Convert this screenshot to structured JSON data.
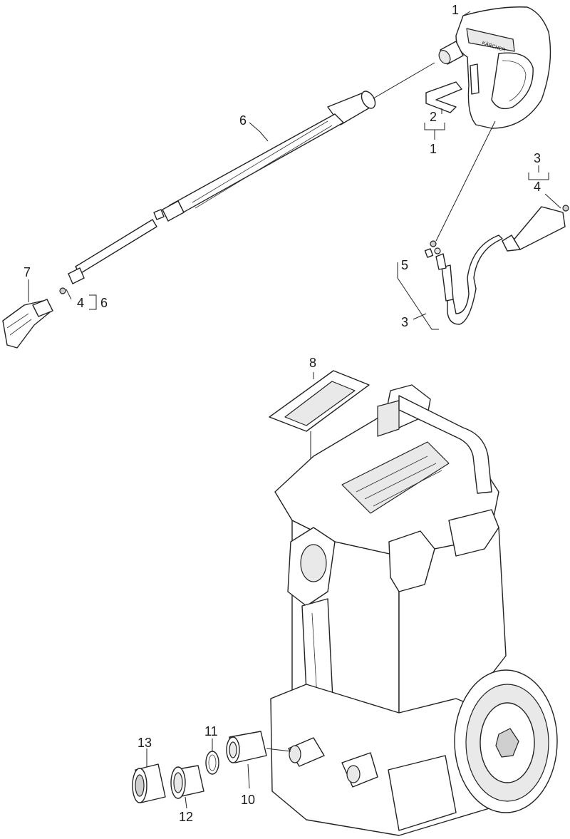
{
  "labels": {
    "gun": "1",
    "clip": "2",
    "clip_bracket": "1",
    "hose_top": "3",
    "oring_top": "4",
    "swivel": "5",
    "hose": "3",
    "lance": "6",
    "nozzle": "7",
    "oring_nozzle": "4",
    "oring_nozzle_bracket": "6",
    "filter": "8",
    "strainer": "10",
    "seal": "11",
    "coupling": "12",
    "cap_nut": "13"
  },
  "brand_text": "KÄRCHER"
}
